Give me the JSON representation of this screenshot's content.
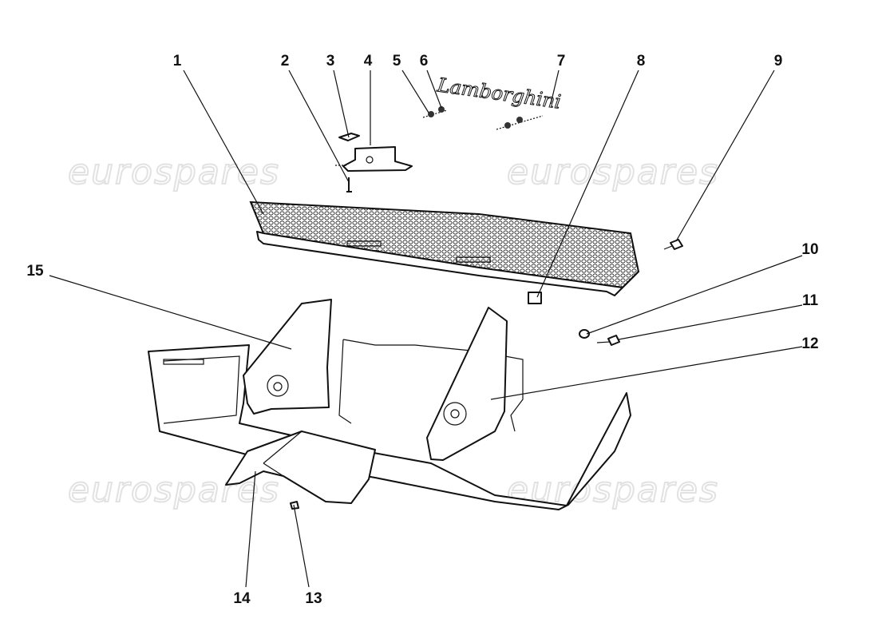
{
  "watermark": "eurospares",
  "emblem_text": "Lamborghini",
  "labels": [
    "1",
    "2",
    "3",
    "4",
    "5",
    "6",
    "7",
    "8",
    "9",
    "10",
    "11",
    "12",
    "13",
    "14",
    "15"
  ]
}
